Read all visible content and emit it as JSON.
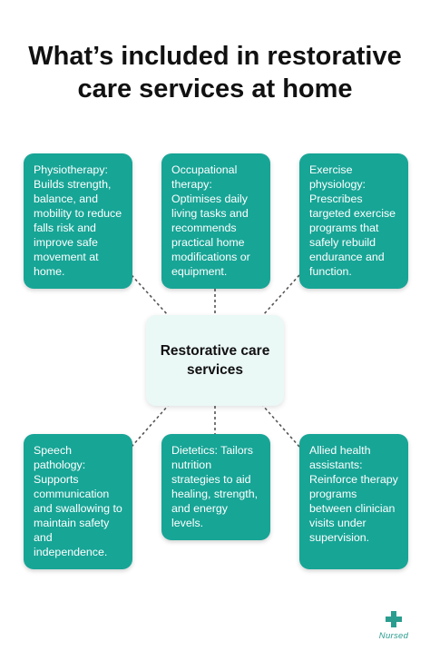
{
  "title": {
    "line1": "What’s included in restorative",
    "line2": "care services at home"
  },
  "center": {
    "label": "Restorative care services"
  },
  "cards": [
    {
      "text": "Physiotherapy: Builds strength, balance, and mobility to reduce falls risk and improve safe movement at home."
    },
    {
      "text": "Occupational therapy: Optimises daily living tasks and recommends practical home modifications or equipment."
    },
    {
      "text": "Exercise physiology: Prescribes targeted exercise programs that safely rebuild endurance and function."
    },
    {
      "text": "Speech pathology: Supports communication and swallowing to maintain safety and independence."
    },
    {
      "text": "Dietetics: Tailors nutrition strategies to aid healing, strength, and energy levels."
    },
    {
      "text": "Allied health assistants: Reinforce therapy programs between clinician visits under supervision."
    }
  ],
  "logo": {
    "text": "Nursed",
    "icon": "plus-cross-icon",
    "color": "#2a9d8f"
  },
  "colors": {
    "card": "#17a596",
    "center": "#eaf8f6",
    "connector": "#555555"
  }
}
